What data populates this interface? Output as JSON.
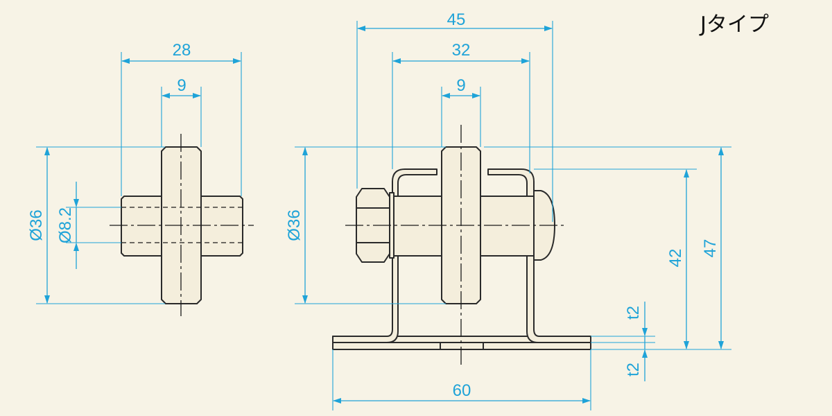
{
  "title": "Jタイプ",
  "colors": {
    "background": "#f7f3e6",
    "dimension": "#1fa3d8",
    "line": "#2a2a2a"
  },
  "left_view": {
    "width_total": "28",
    "width_disc": "9",
    "dia_disc": "Ø36",
    "dia_hole": "Ø8.2"
  },
  "right_view": {
    "width_45": "45",
    "width_32": "32",
    "width_9": "9",
    "dia_disc": "Ø36",
    "height_42": "42",
    "height_47": "47",
    "thick_top": "t2",
    "thick_bottom": "t2",
    "base_60": "60"
  }
}
